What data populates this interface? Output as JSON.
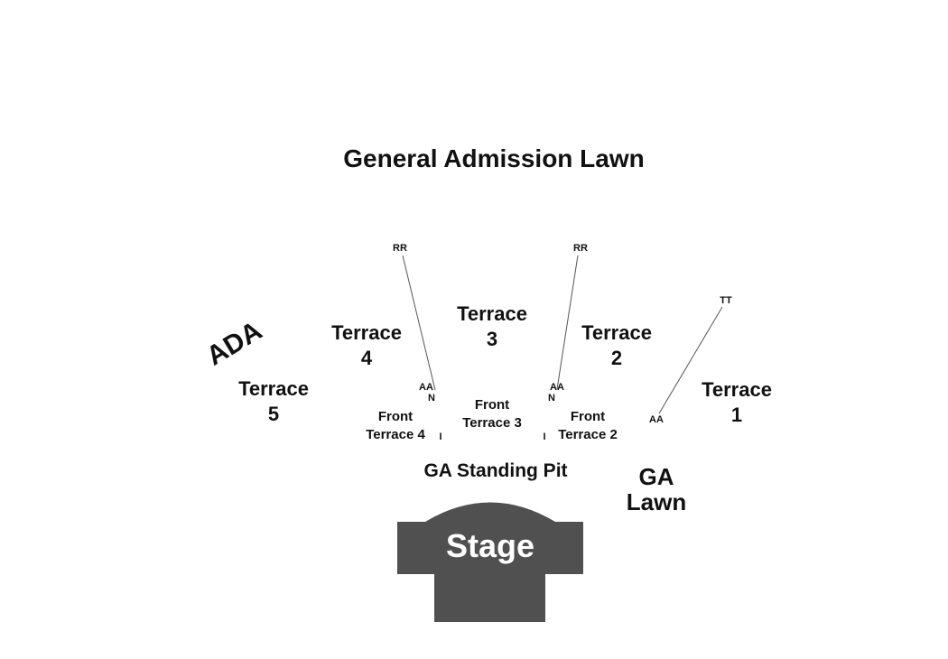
{
  "title": "General Admission Lawn",
  "sections": {
    "ada": "ADA",
    "terrace_5": {
      "line1": "Terrace",
      "line2": "5"
    },
    "terrace_4": {
      "line1": "Terrace",
      "line2": "4"
    },
    "terrace_3": {
      "line1": "Terrace",
      "line2": "3"
    },
    "terrace_2": {
      "line1": "Terrace",
      "line2": "2"
    },
    "terrace_1": {
      "line1": "Terrace",
      "line2": "1"
    },
    "front_terrace_4": {
      "line1": "Front",
      "line2": "Terrace 4"
    },
    "front_terrace_3": {
      "line1": "Front",
      "line2": "Terrace 3"
    },
    "front_terrace_2": {
      "line1": "Front",
      "line2": "Terrace 2"
    },
    "ga_standing_pit": "GA Standing Pit",
    "ga_lawn": {
      "line1": "GA",
      "line2": "Lawn"
    },
    "stage": "Stage"
  },
  "row_labels": {
    "left_rr": "RR",
    "left_aa": "AA",
    "left_n": "N",
    "left_i": "I",
    "right_rr": "RR",
    "right_aa": "AA",
    "right_n": "N",
    "right_i": "I",
    "far_right_tt": "TT",
    "far_right_aa": "AA"
  },
  "colors": {
    "stage_fill": "#505050",
    "text": "#111111",
    "divider_line": "#555555",
    "background": "#ffffff"
  }
}
